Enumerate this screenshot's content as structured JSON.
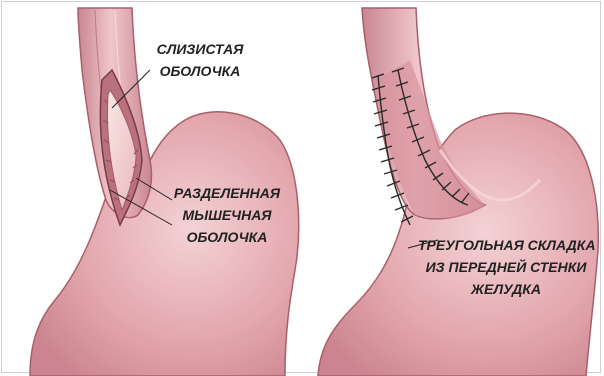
{
  "figure": {
    "left_panel": {
      "label_mucosa": [
        "СЛИЗИСТАЯ",
        "ОБОЛОЧКА"
      ],
      "label_muscle": [
        "РАЗДЕЛЕННАЯ",
        "МЫШЕЧНАЯ",
        "ОБОЛОЧКА"
      ]
    },
    "right_panel": {
      "label_fold": [
        "ТРЕУГОЛЬНАЯ СКЛАДКА",
        "ИЗ ПЕРЕДНЕЙ СТЕНКИ",
        "ЖЕЛУДКА"
      ]
    }
  },
  "colors": {
    "tissue": "#e4a5ad",
    "tissue_light": "#f2cdd0",
    "tissue_dark": "#b46a75",
    "outline": "#7a3b45",
    "suture": "#2a2a2a",
    "text": "#222222"
  }
}
